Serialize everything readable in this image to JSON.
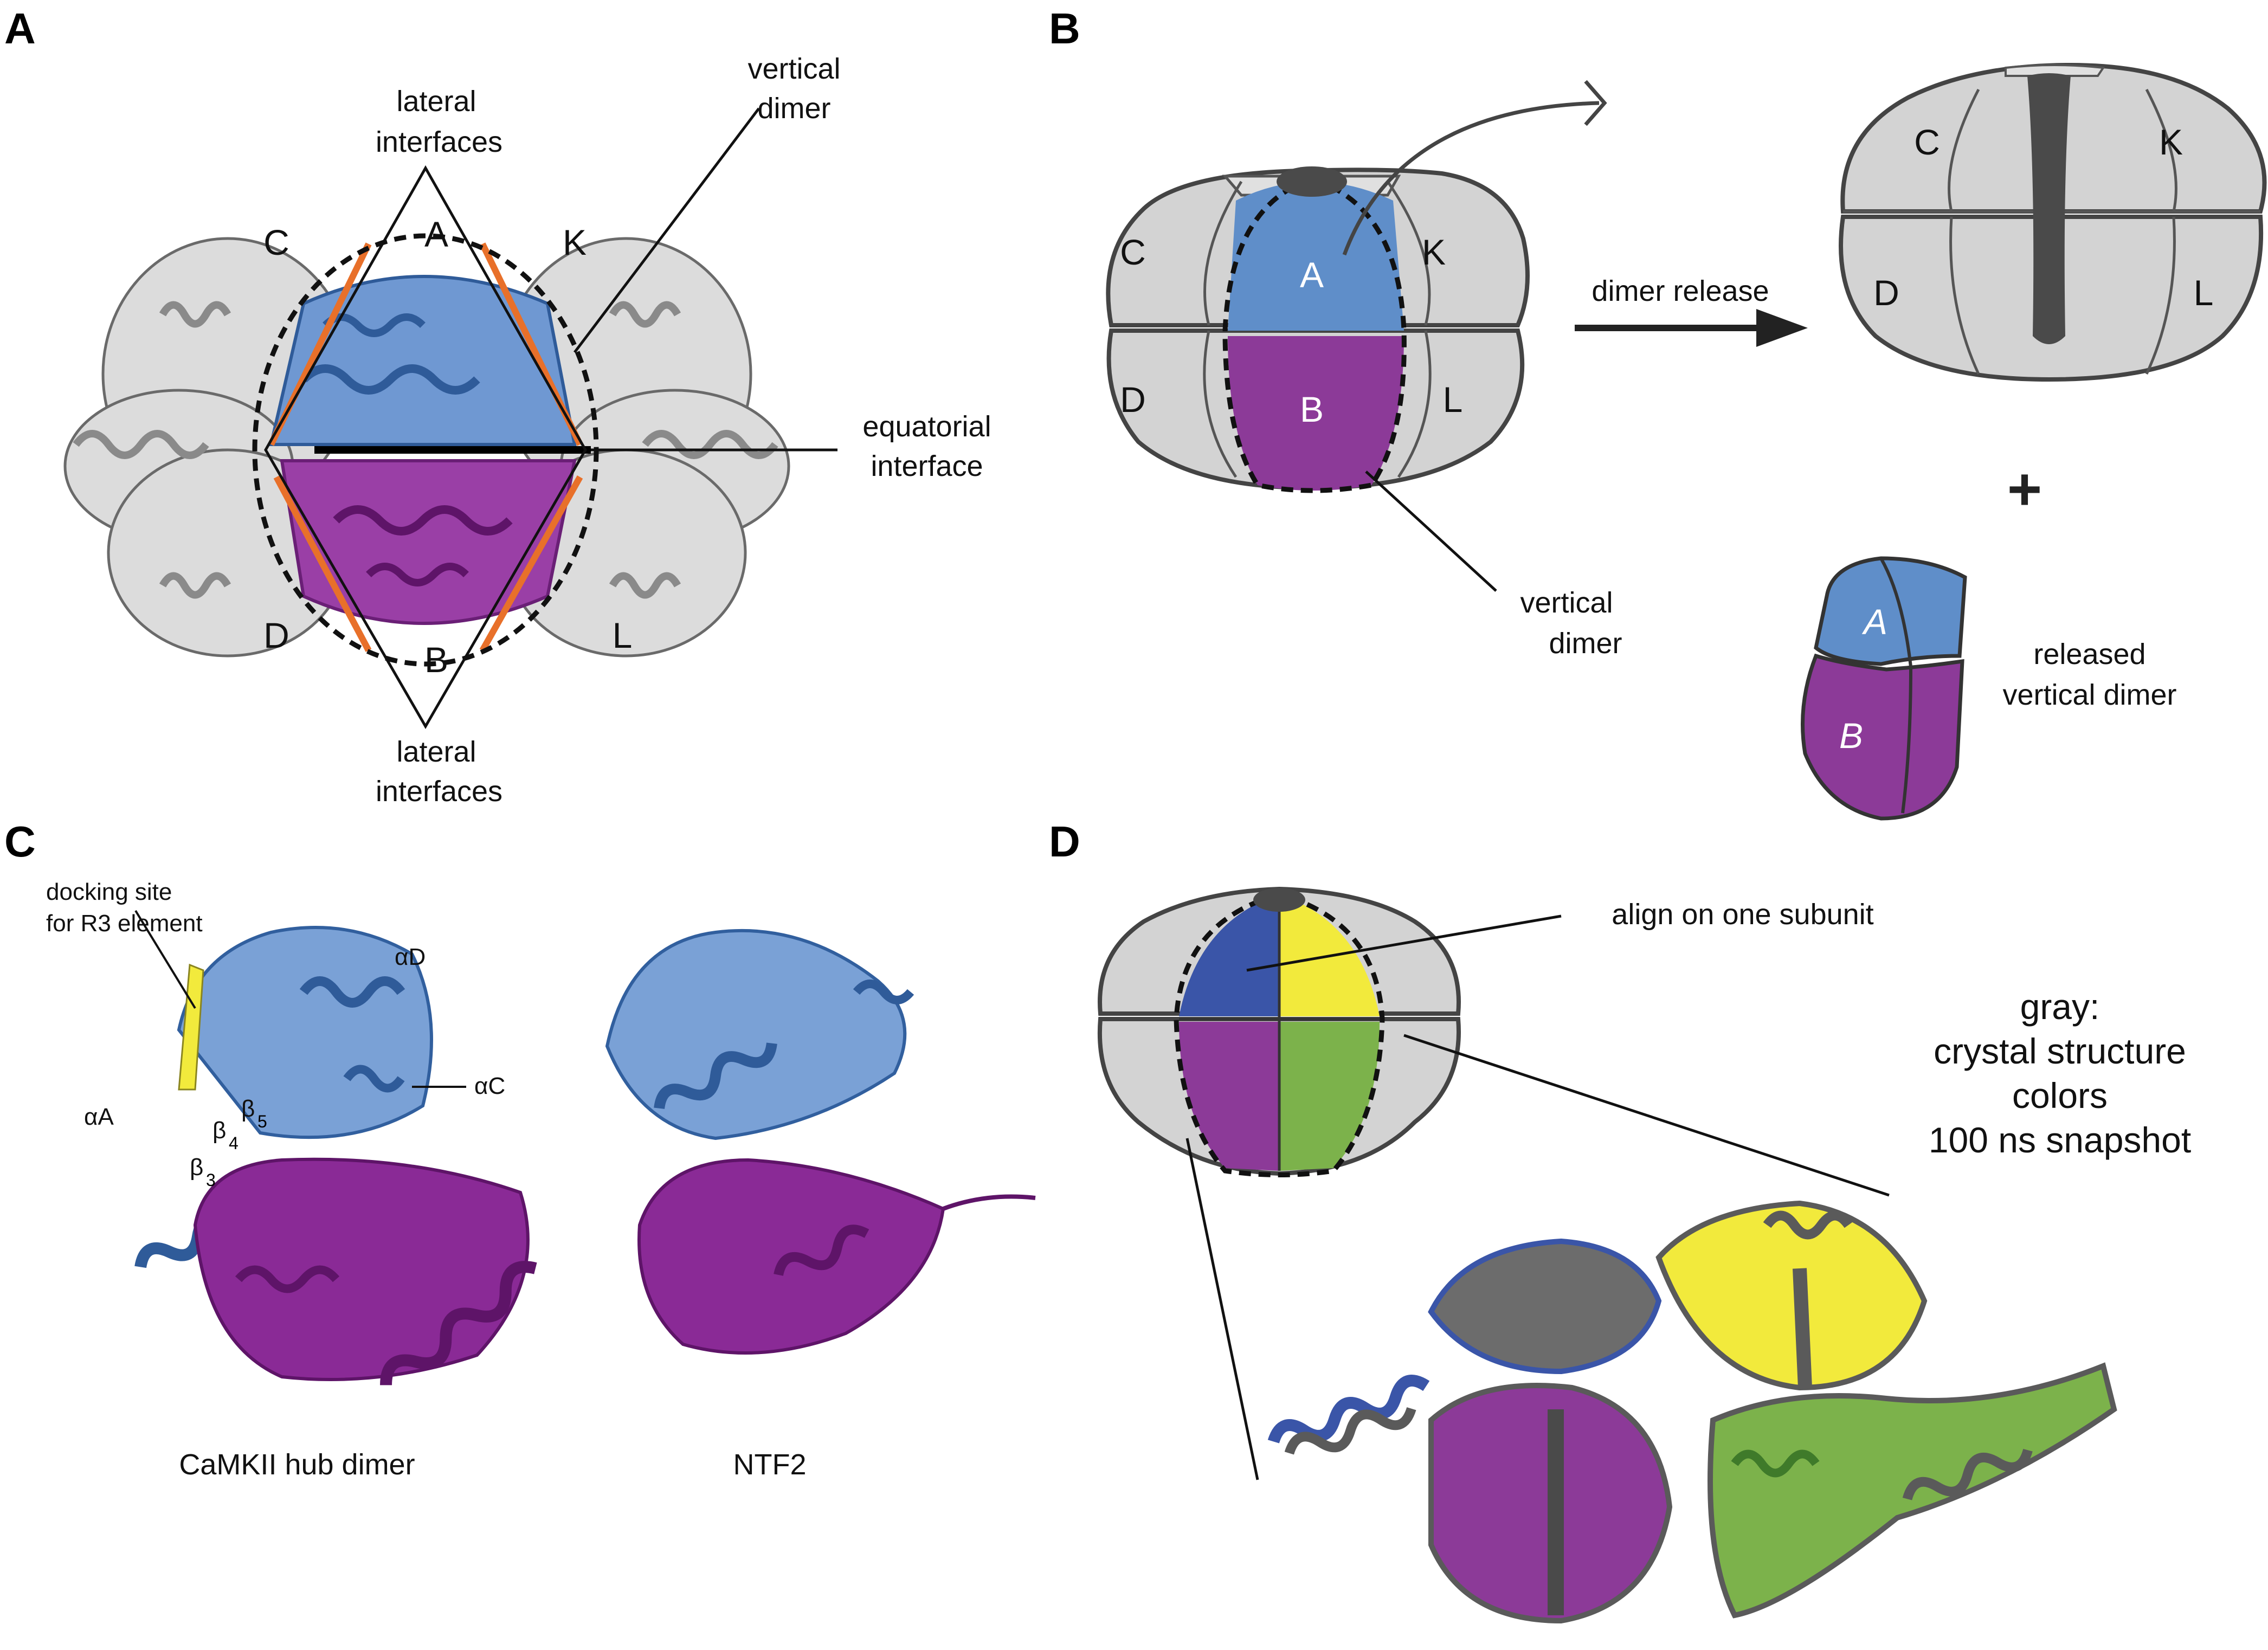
{
  "panels": {
    "a": "A",
    "b": "B",
    "c": "C",
    "d": "D"
  },
  "panel_a": {
    "lateral_top": [
      "lateral",
      "interfaces"
    ],
    "lateral_bottom": [
      "lateral",
      "interfaces"
    ],
    "vertical_dimer": [
      "vertical",
      "dimer"
    ],
    "equatorial": [
      "equatorial",
      "interface"
    ],
    "subunits": {
      "c": "C",
      "a": "A",
      "k": "K",
      "d": "D",
      "b": "B",
      "l": "L"
    }
  },
  "panel_b": {
    "subunits": {
      "c": "C",
      "a": "A",
      "k": "K",
      "d": "D",
      "b": "B",
      "l": "L"
    },
    "dimer_release": "dimer release",
    "vertical_dimer": [
      "vertical",
      "dimer"
    ],
    "plus": "+",
    "released": [
      "released",
      "vertical dimer"
    ],
    "after": {
      "c": "C",
      "k": "K",
      "d": "D",
      "l": "L"
    },
    "released_subunits": {
      "a": "A",
      "b": "B"
    }
  },
  "panel_c": {
    "docking": [
      "docking site",
      "for R3 element"
    ],
    "helix_d": "αD",
    "helix_c": "αC",
    "helix_a": "αA",
    "beta5": "β",
    "beta5_sub": "5",
    "beta4": "β",
    "beta4_sub": "4",
    "beta3": "β",
    "beta3_sub": "3",
    "caption_left": "CaMKII hub dimer",
    "caption_right": "NTF2"
  },
  "panel_d": {
    "align": "align on one subunit",
    "legend": [
      "gray:",
      "crystal structure",
      "colors",
      "100 ns snapshot"
    ]
  },
  "colors": {
    "blue": "#5e8cc9",
    "purple": "#8c3a98",
    "orange": "#e8702a",
    "gray": "#d3d3d3",
    "dark": "#4a4a4a",
    "royal": "#3a55a8",
    "yellow": "#f2ea3c",
    "green": "#7cb24b"
  }
}
